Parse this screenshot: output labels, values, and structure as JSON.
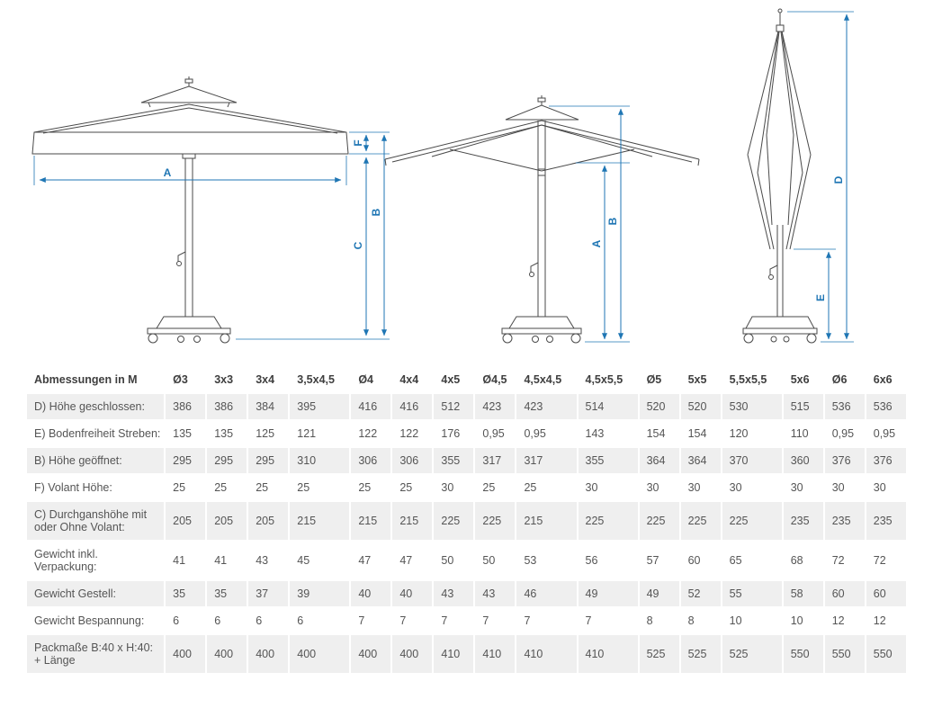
{
  "colors": {
    "dimension_accent": "#1f76b4",
    "drawing_line": "#4a4a4a",
    "row_shade": "#efefef"
  },
  "diagrams": {
    "left": {
      "labels": {
        "a": "A",
        "f": "F",
        "b": "B",
        "c": "C"
      }
    },
    "middle": {
      "labels": {
        "a": "A",
        "b": "B"
      }
    },
    "right": {
      "labels": {
        "d": "D",
        "e": "E"
      }
    }
  },
  "table": {
    "header_label": "Abmessungen in M",
    "columns": [
      "Ø3",
      "3x3",
      "3x4",
      "3,5x4,5",
      "Ø4",
      "4x4",
      "4x5",
      "Ø4,5",
      "4,5x4,5",
      "4,5x5,5",
      "Ø5",
      "5x5",
      "5,5x5,5",
      "5x6",
      "Ø6",
      "6x6"
    ],
    "rows": [
      {
        "label": "D) Höhe geschlossen:",
        "values": [
          "386",
          "386",
          "384",
          "395",
          "416",
          "416",
          "512",
          "423",
          "423",
          "514",
          "520",
          "520",
          "530",
          "515",
          "536",
          "536"
        ]
      },
      {
        "label": "E) Bodenfreiheit Streben:",
        "values": [
          "135",
          "135",
          "125",
          "121",
          "122",
          "122",
          "176",
          "0,95",
          "0,95",
          "143",
          "154",
          "154",
          "120",
          "110",
          "0,95",
          "0,95"
        ]
      },
      {
        "label": "B) Höhe geöffnet:",
        "values": [
          "295",
          "295",
          "295",
          "310",
          "306",
          "306",
          "355",
          "317",
          "317",
          "355",
          "364",
          "364",
          "370",
          "360",
          "376",
          "376"
        ]
      },
      {
        "label": "F) Volant Höhe:",
        "values": [
          "25",
          "25",
          "25",
          "25",
          "25",
          "25",
          "30",
          "25",
          "25",
          "30",
          "30",
          "30",
          "30",
          "30",
          "30",
          "30"
        ]
      },
      {
        "label": "C) Durchganshöhe mit oder Ohne Volant:",
        "values": [
          "205",
          "205",
          "205",
          "215",
          "215",
          "215",
          "225",
          "225",
          "215",
          "225",
          "225",
          "225",
          "225",
          "235",
          "235",
          "235"
        ]
      },
      {
        "label": "Gewicht inkl. Verpackung:",
        "values": [
          "41",
          "41",
          "43",
          "45",
          "47",
          "47",
          "50",
          "50",
          "53",
          "56",
          "57",
          "60",
          "65",
          "68",
          "72",
          "72"
        ]
      },
      {
        "label": "Gewicht Gestell:",
        "values": [
          "35",
          "35",
          "37",
          "39",
          "40",
          "40",
          "43",
          "43",
          "46",
          "49",
          "49",
          "52",
          "55",
          "58",
          "60",
          "60"
        ]
      },
      {
        "label": "Gewicht Bespannung:",
        "values": [
          "6",
          "6",
          "6",
          "6",
          "7",
          "7",
          "7",
          "7",
          "7",
          "7",
          "8",
          "8",
          "10",
          "10",
          "12",
          "12"
        ]
      },
      {
        "label": "Packmaße B:40 x H:40: + Länge",
        "values": [
          "400",
          "400",
          "400",
          "400",
          "400",
          "400",
          "410",
          "410",
          "410",
          "410",
          "525",
          "525",
          "525",
          "550",
          "550",
          "550"
        ]
      }
    ]
  }
}
